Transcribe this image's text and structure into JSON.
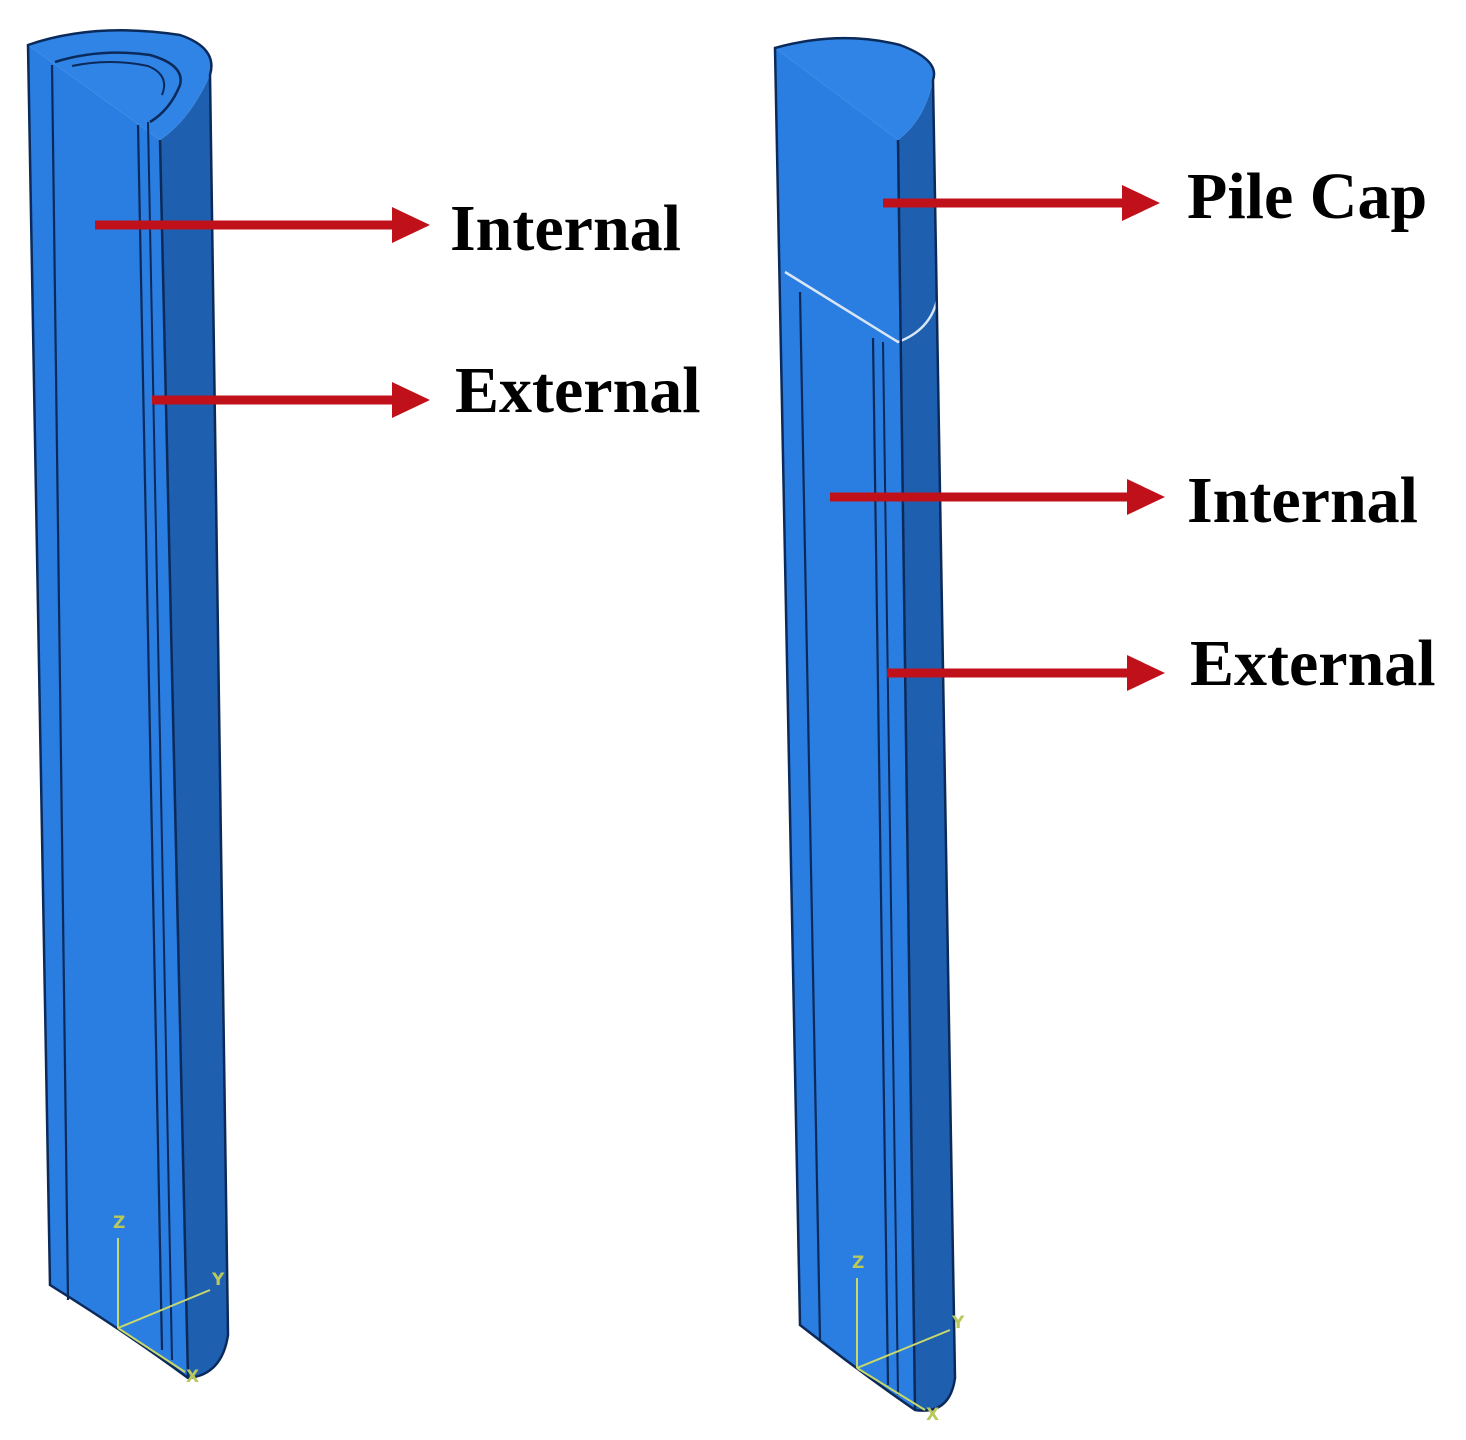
{
  "colors": {
    "pile_front": "#2a7de1",
    "pile_side": "#1e5fb0",
    "pile_top": "#2f84e6",
    "edge_line": "#0b2a5a",
    "arrow": "#c0111b",
    "triad_axis": "#c9d86a",
    "triad_label": "#b9c85a"
  },
  "left_model": {
    "callouts": [
      {
        "id": "internal",
        "label": "Internal"
      },
      {
        "id": "external",
        "label": "External"
      }
    ],
    "triad": {
      "z": "Z",
      "y": "Y",
      "x": "X"
    }
  },
  "right_model": {
    "callouts": [
      {
        "id": "pile-cap",
        "label": "Pile Cap"
      },
      {
        "id": "internal",
        "label": "Internal"
      },
      {
        "id": "external",
        "label": "External"
      }
    ],
    "triad": {
      "z": "Z",
      "y": "Y",
      "x": "X"
    }
  }
}
